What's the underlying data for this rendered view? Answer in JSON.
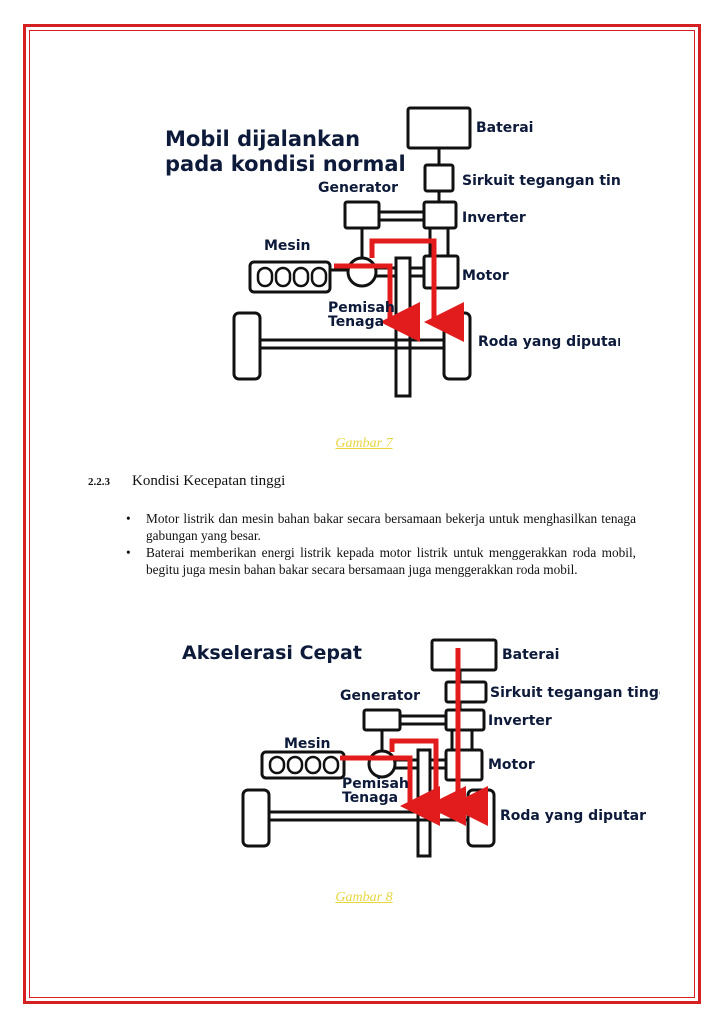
{
  "figure7": {
    "title_line1": "Mobil dijalankan",
    "title_line2": "pada kondisi normal",
    "labels": {
      "baterai": "Baterai",
      "sirkuit": "Sirkuit tegangan tinggi",
      "generator": "Generator",
      "inverter": "Inverter",
      "mesin": "Mesin",
      "motor": "Motor",
      "pemisah1": "Pemisah",
      "pemisah2": "Tenaga",
      "roda": "Roda yang diputar"
    },
    "caption": "Gambar 7"
  },
  "section": {
    "number": "2.2.3",
    "title": "Kondisi Kecepatan tinggi"
  },
  "bullets": [
    "Motor listrik dan mesin bahan bakar secara bersamaan bekerja untuk menghasilkan tenaga gabungan yang besar.",
    "Baterai memberikan energi listrik kepada motor listrik untuk menggerakkan roda mobil, begitu juga mesin bahan bakar secara bersamaan juga menggerakkan roda mobil."
  ],
  "figure8": {
    "title": "Akselerasi Cepat",
    "labels": {
      "baterai": "Baterai",
      "sirkuit": "Sirkuit tegangan tinggi",
      "generator": "Generator",
      "inverter": "Inverter",
      "mesin": "Mesin",
      "motor": "Motor",
      "pemisah1": "Pemisah",
      "pemisah2": "Tenaga",
      "roda": "Roda yang diputar"
    },
    "caption": "Gambar 8"
  },
  "colors": {
    "border": "#d42020",
    "arrow": "#e21c1c",
    "caption": "#e8d640",
    "label": "#0d1a3a"
  }
}
